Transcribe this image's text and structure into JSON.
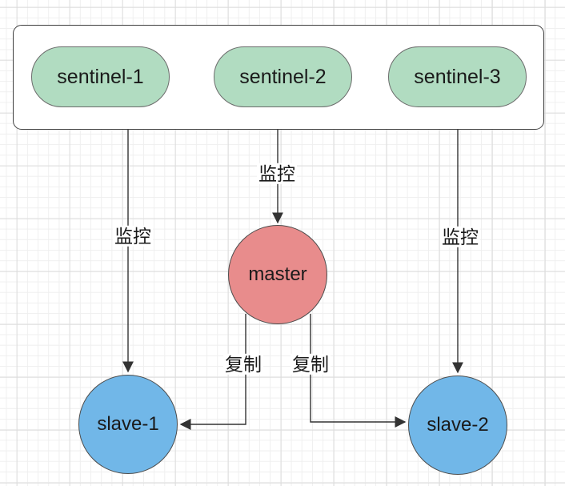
{
  "diagram": {
    "sentinel_container": {
      "sentinels": [
        {
          "label": "sentinel-1"
        },
        {
          "label": "sentinel-2"
        },
        {
          "label": "sentinel-3"
        }
      ]
    },
    "master": {
      "label": "master"
    },
    "slaves": [
      {
        "label": "slave-1"
      },
      {
        "label": "slave-2"
      }
    ],
    "edge_labels": {
      "monitor_left": "监控",
      "monitor_middle": "监控",
      "monitor_right": "监控",
      "replicate_left": "复制",
      "replicate_right": "复制"
    },
    "colors": {
      "sentinel_fill": "#b1dcc1",
      "master_fill": "#e88c8c",
      "slave_fill": "#71b7e8",
      "shape_border": "#4d4d4d",
      "group_border": "#3f3f3f",
      "edge_stroke": "#333333",
      "text": "#1a1a1a",
      "grid_minor": "#efefef",
      "grid_major": "#dcdcdc"
    }
  }
}
